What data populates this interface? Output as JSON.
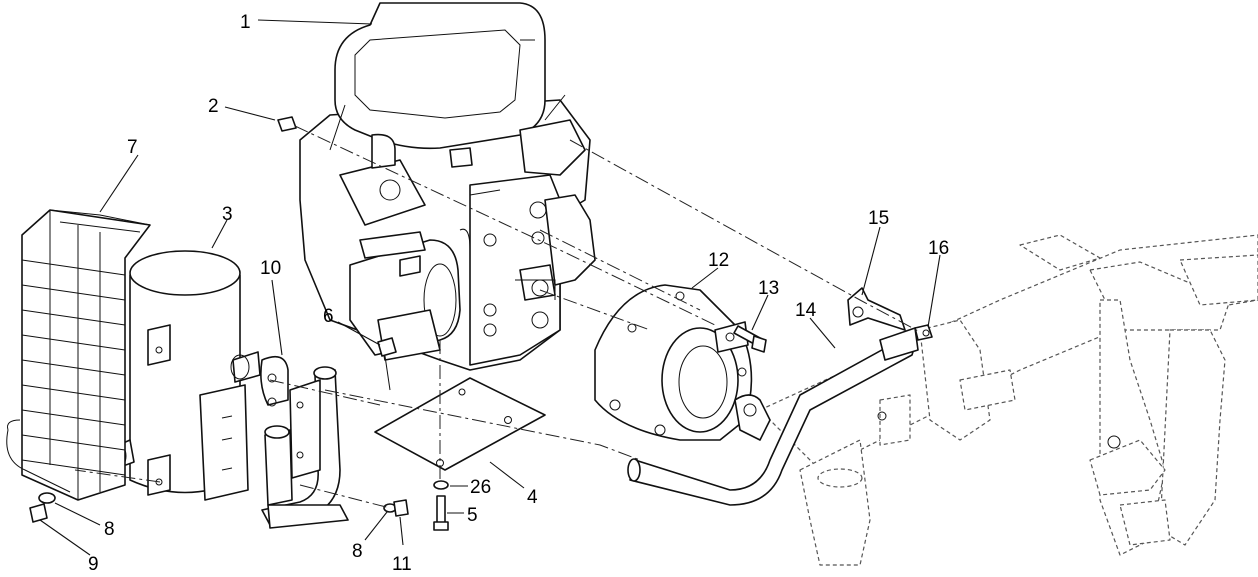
{
  "callouts": [
    {
      "id": "c1",
      "text": "1"
    },
    {
      "id": "c2",
      "text": "2"
    },
    {
      "id": "c3",
      "text": "3"
    },
    {
      "id": "c4",
      "text": "4"
    },
    {
      "id": "c5",
      "text": "5"
    },
    {
      "id": "c6",
      "text": "6"
    },
    {
      "id": "c7",
      "text": "7"
    },
    {
      "id": "c8a",
      "text": "8"
    },
    {
      "id": "c8b",
      "text": "8"
    },
    {
      "id": "c9",
      "text": "9"
    },
    {
      "id": "c10",
      "text": "10"
    },
    {
      "id": "c11",
      "text": "11"
    },
    {
      "id": "c12",
      "text": "12"
    },
    {
      "id": "c13",
      "text": "13"
    },
    {
      "id": "c14",
      "text": "14"
    },
    {
      "id": "c15",
      "text": "15"
    },
    {
      "id": "c16",
      "text": "16"
    },
    {
      "id": "c26",
      "text": "26"
    }
  ]
}
